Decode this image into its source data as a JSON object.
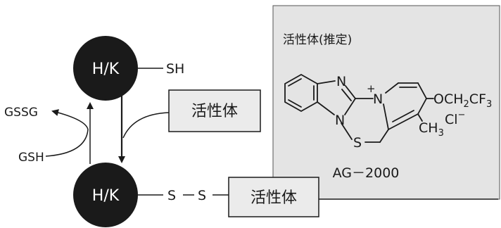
{
  "colors": {
    "panel_fill": "#e4e4e4",
    "panel_stroke": "#555555",
    "box_fill": "#ebebeb",
    "enzyme_fill": "#1a1a1a",
    "line": "#1a1a1a"
  },
  "enzyme": {
    "top_label": "H/K",
    "bottom_label": "H/K"
  },
  "groups": {
    "sh": "SH",
    "s1": "S",
    "s2": "S"
  },
  "boxes": {
    "active_upper": "活性体",
    "active_lower": "活性体"
  },
  "glutathione": {
    "gssg": "GSSG",
    "gsh": "GSH"
  },
  "panel": {
    "title": "活性体(推定)",
    "compound_name": "AG－2000",
    "atoms": {
      "n_top": "N",
      "n_plus": "N",
      "plus_sign": "+",
      "n_bottom": "N",
      "s_ring": "S",
      "och2cf3": {
        "p1": "OCH",
        "s1": "2",
        "p2": "CF",
        "s2": "3"
      },
      "ch3": {
        "p1": "CH",
        "s1": "3"
      },
      "cl": {
        "p1": "Cl",
        "sup": "−"
      }
    }
  }
}
